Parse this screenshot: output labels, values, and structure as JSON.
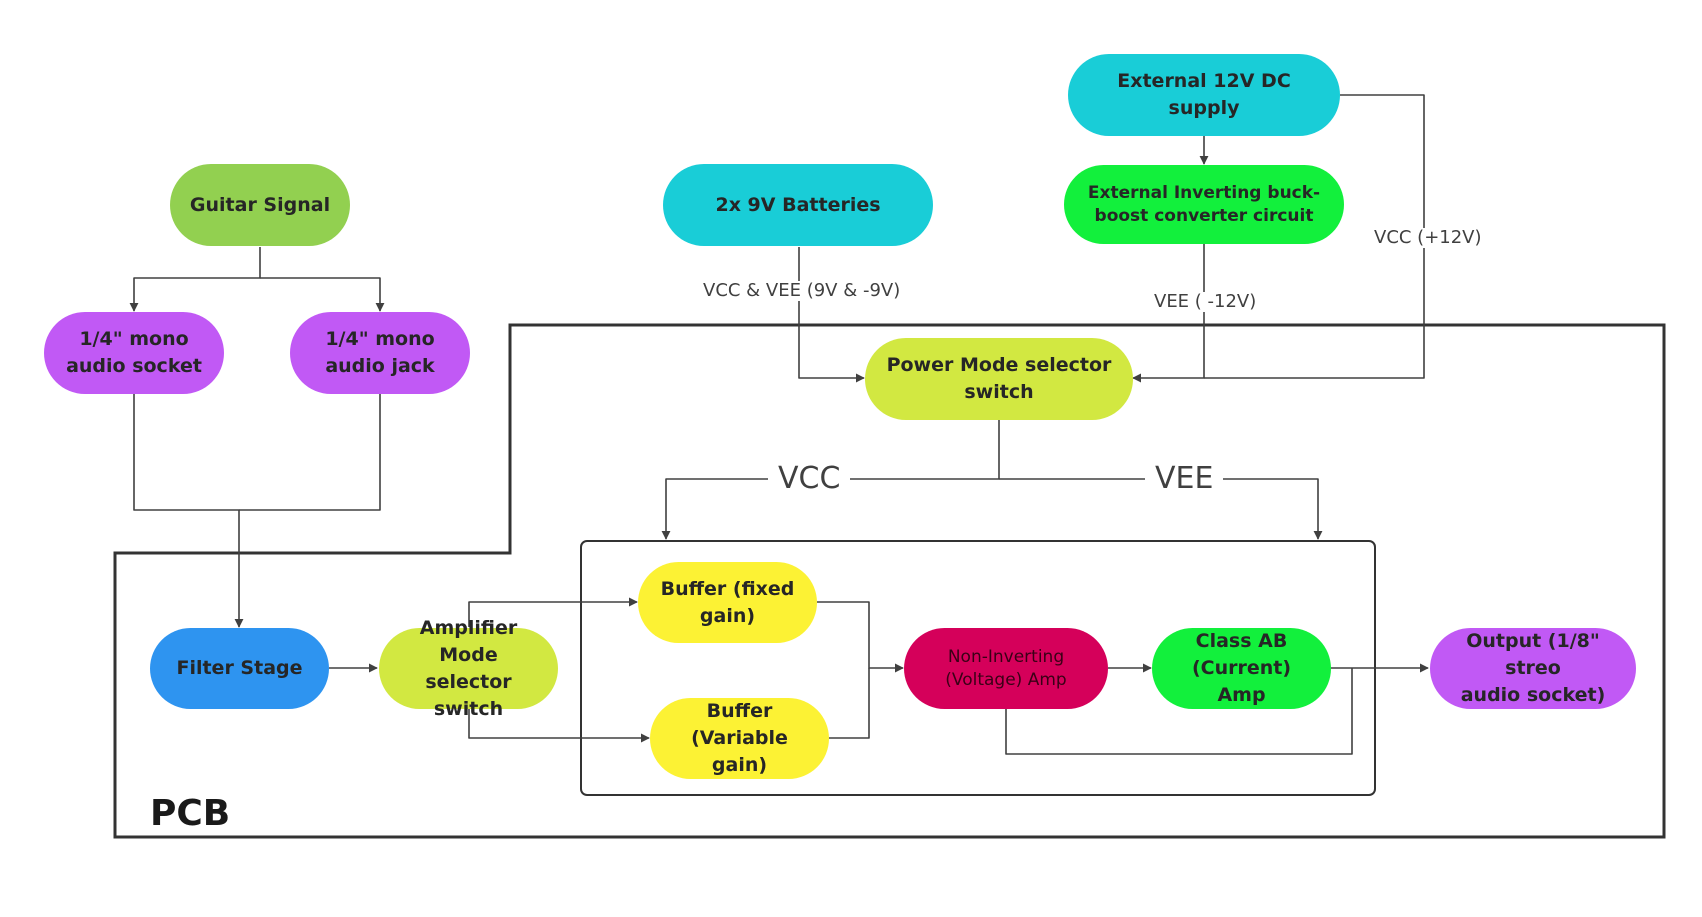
{
  "colors": {
    "green_light": "#92d050",
    "cyan": "#19cdd7",
    "purple": "#c159f5",
    "green_bright": "#12f03c",
    "yellow_green": "#d2e841",
    "blue": "#2e94f0",
    "yellow": "#fcf234",
    "crimson": "#d5005a",
    "line": "#404040",
    "pcb_border": "#333333"
  },
  "nodes": {
    "guitar_signal": "Guitar Signal",
    "mono_socket": "1/4\" mono\naudio socket",
    "mono_jack": "1/4\" mono\naudio jack",
    "batteries": "2x 9V Batteries",
    "external_supply": "External 12V DC supply",
    "inverting_converter": "External Inverting buck-\nboost converter circuit",
    "power_mode_switch": "Power Mode selector\nswitch",
    "filter_stage": "Filter Stage",
    "amplifier_mode_switch": "Amplifier Mode\nselector switch",
    "buffer_fixed": "Buffer (fixed\ngain)",
    "buffer_variable": "Buffer\n(Variable gain)",
    "non_inverting_amp": "Non-Inverting\n(Voltage) Amp",
    "class_ab_amp": "Class AB\n(Current) Amp",
    "output_socket": "Output (1/8\" streo\naudio socket)"
  },
  "labels": {
    "battery_rails": "VCC & VEE (9V & -9V)",
    "vee_external": "VEE ( -12V)",
    "vcc_external": "VCC (+12V)",
    "vcc": "VCC",
    "vee": "VEE",
    "pcb": "PCB"
  }
}
